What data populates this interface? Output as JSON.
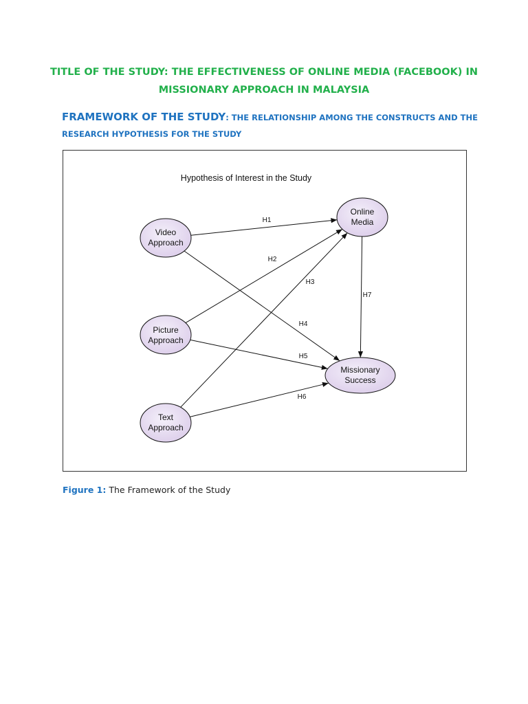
{
  "document": {
    "title_line1": "TITLE OF THE STUDY: THE EFFECTIVENESS OF ONLINE MEDIA (FACEBOOK) IN",
    "title_line2": "MISSIONARY APPROACH IN MALAYSIA",
    "framework_label": "FRAMEWORK OF THE STUDY",
    "framework_desc_line1": ": THE RELATIONSHIP AMONG THE CONSTRUCTS AND THE",
    "framework_desc_line2": "RESEARCH HYPOTHESIS FOR THE STUDY",
    "caption_label": "Figure 1:",
    "caption_text": " The Framework of the Study"
  },
  "colors": {
    "title": "#22b04b",
    "heading": "#1f73c0",
    "node_fill": "#eadcf4"
  },
  "diagram": {
    "title": "Hypothesis of Interest in the Study",
    "nodes": {
      "video": [
        "Video",
        "Approach"
      ],
      "picture": [
        "Picture",
        "Approach"
      ],
      "text": [
        "Text",
        "Approach"
      ],
      "online": [
        "Online",
        "Media"
      ],
      "success": [
        "Missionary",
        "Success"
      ]
    },
    "edges": [
      {
        "id": "h1",
        "from": "video",
        "to": "online",
        "label": "H1"
      },
      {
        "id": "h2",
        "from": "picture",
        "to": "online",
        "label": "H2"
      },
      {
        "id": "h3",
        "from": "text",
        "to": "online",
        "label": "H3"
      },
      {
        "id": "h4",
        "from": "video",
        "to": "success",
        "label": "H4"
      },
      {
        "id": "h5",
        "from": "picture",
        "to": "success",
        "label": "H5"
      },
      {
        "id": "h6",
        "from": "text",
        "to": "success",
        "label": "H6"
      },
      {
        "id": "h7",
        "from": "online",
        "to": "success",
        "label": "H7"
      }
    ]
  }
}
